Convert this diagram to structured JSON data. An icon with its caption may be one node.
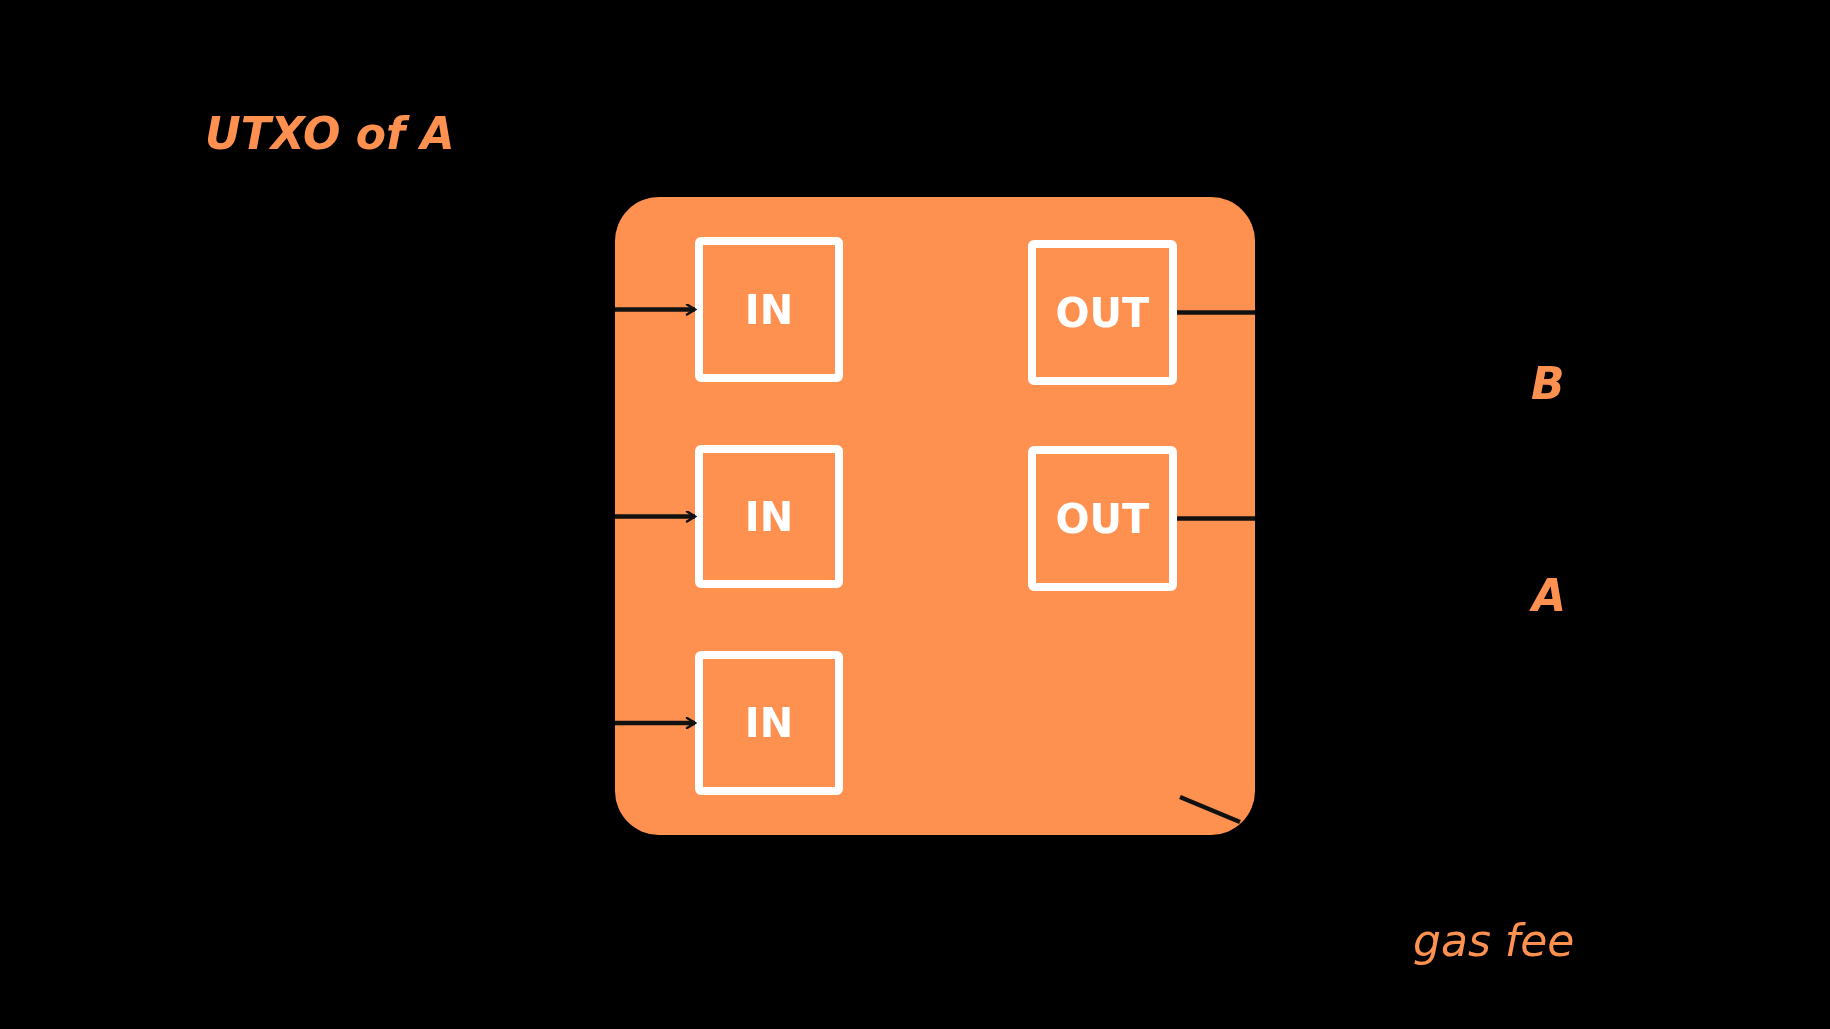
{
  "diagram": {
    "nodes": [
      {
        "text": [],
        "shape": "box"
      },
      {
        "text": [
          "IN"
        ],
        "in": 0
      },
      {
        "text": [
          "OUT"
        ],
        "in": 0
      },
      {
        "text": [
          "IN"
        ],
        "in": 0
      },
      {
        "text": [
          "OUT"
        ],
        "in": 0
      },
      {
        "text": [
          "IN"
        ],
        "in": 0
      }
    ],
    "edges": [
      {
        "from": null,
        "to": 1,
        "arrow": "to"
      },
      {
        "from": 2,
        "to": null,
        "arrow": "none"
      },
      {
        "from": null,
        "to": 3,
        "arrow": "to"
      },
      {
        "from": 4,
        "to": null,
        "arrow": "none"
      },
      {
        "from": null,
        "to": 5,
        "arrow": "to"
      }
    ],
    "labels": [
      "UTXO of A",
      "B",
      "A",
      "gas fee"
    ]
  }
}
